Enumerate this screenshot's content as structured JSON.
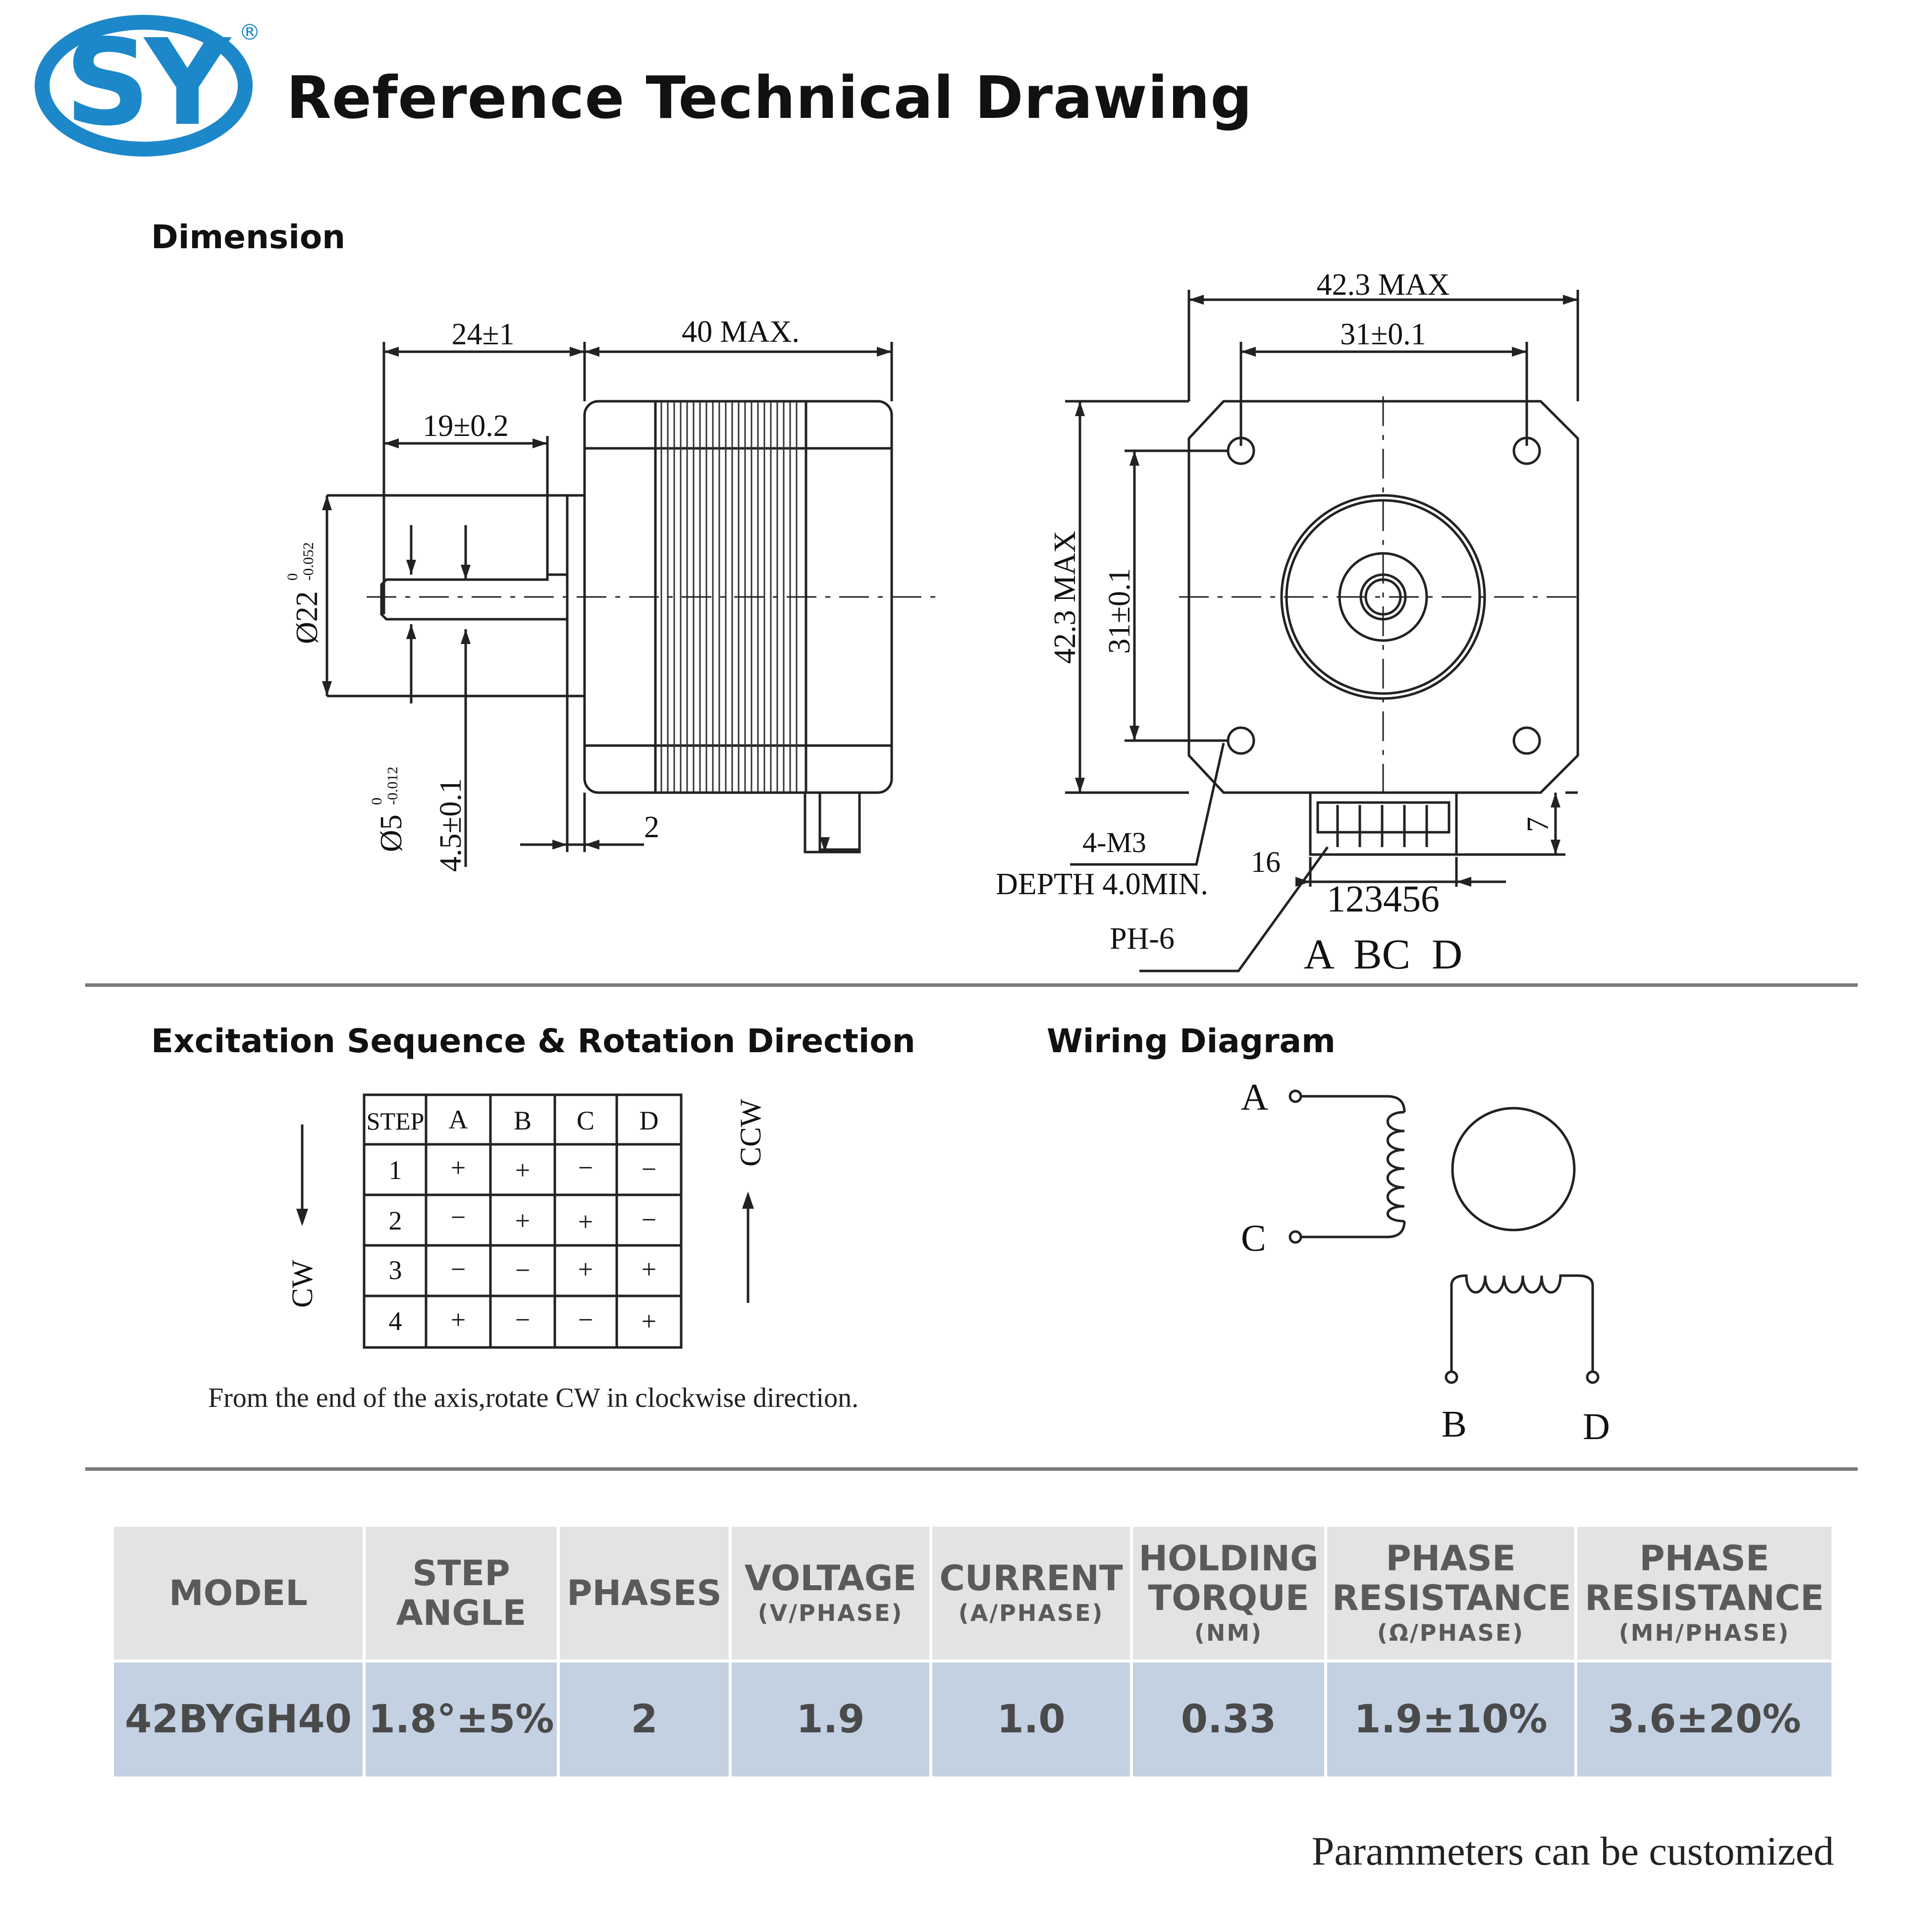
{
  "header": {
    "logo_text": "SY",
    "registered": "®",
    "title": "Reference Technical Drawing"
  },
  "dimension": {
    "section_title": "Dimension",
    "side_view": {
      "dim_24": "24±1",
      "dim_40": "40 MAX.",
      "dim_19": "19±0.2",
      "dia_22": "Ø22",
      "dia_22_tol_upper": "0",
      "dia_22_tol_lower": "-0.052",
      "dia_5": "Ø5",
      "dia_5_tol_upper": "0",
      "dia_5_tol_lower": "-0.012",
      "dim_4_5": "4.5±0.1",
      "dim_2": "2"
    },
    "front_view": {
      "dim_42_top": "42.3 MAX",
      "dim_31_top": "31±0.1",
      "dim_42_side": "42.3 MAX",
      "dim_31_side": "31±0.1",
      "dim_7": "7",
      "dim_16": "16",
      "thread": "4-M3",
      "depth": "DEPTH 4.0MIN.",
      "connector": "PH-6",
      "pins": "123456",
      "pin_letters": "A  BC  D"
    }
  },
  "excitation": {
    "section_title": "Excitation Sequence & Rotation Direction",
    "cw_label": "CW",
    "ccw_label": "CCW",
    "table": {
      "headers": [
        "STEP",
        "A",
        "B",
        "C",
        "D"
      ],
      "rows": [
        [
          "1",
          "+",
          "+",
          "−",
          "−"
        ],
        [
          "2",
          "−",
          "+",
          "+",
          "−"
        ],
        [
          "3",
          "−",
          "−",
          "+",
          "+"
        ],
        [
          "4",
          "+",
          "−",
          "−",
          "+"
        ]
      ]
    },
    "note": "From the end of the axis,rotate CW in clockwise direction."
  },
  "wiring": {
    "section_title": "Wiring Diagram",
    "labels": {
      "a": "A",
      "c": "C",
      "b": "B",
      "d": "D"
    }
  },
  "spec_table": {
    "headers": [
      {
        "title": "MODEL",
        "unit": ""
      },
      {
        "title": "STEP ANGLE",
        "unit": ""
      },
      {
        "title": "PHASES",
        "unit": ""
      },
      {
        "title": "VOLTAGE",
        "unit": "(V/PHASE)"
      },
      {
        "title": "CURRENT",
        "unit": "(A/PHASE)"
      },
      {
        "title": "HOLDING TORQUE",
        "unit": "(NM)"
      },
      {
        "title": "PHASE RESISTANCE",
        "unit": "(Ω/PHASE)"
      },
      {
        "title": "PHASE RESISTANCE",
        "unit": "(MH/PHASE)"
      }
    ],
    "values": [
      "42BYGH40",
      "1.8°±5%",
      "2",
      "1.9",
      "1.0",
      "0.33",
      "1.9±10%",
      "3.6±20%"
    ]
  },
  "footer": {
    "note": "Parammeters can be customized"
  },
  "colors": {
    "logo_blue": "#1d88c9",
    "header_bg": "#e3e3e3",
    "value_bg": "#c3d1e3"
  }
}
